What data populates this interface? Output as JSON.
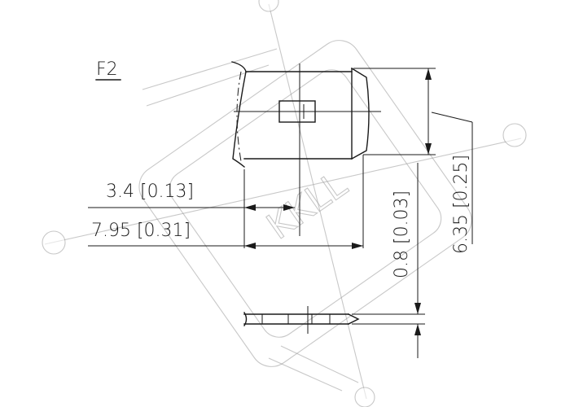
{
  "view_label": "F2",
  "watermark": "KKLL",
  "dimensions": {
    "d1": "3.4 [0.13]",
    "d2": "7.95 [0.31]",
    "d3": "0.8 [0.03]",
    "d4": "6.35 [0.25]"
  }
}
